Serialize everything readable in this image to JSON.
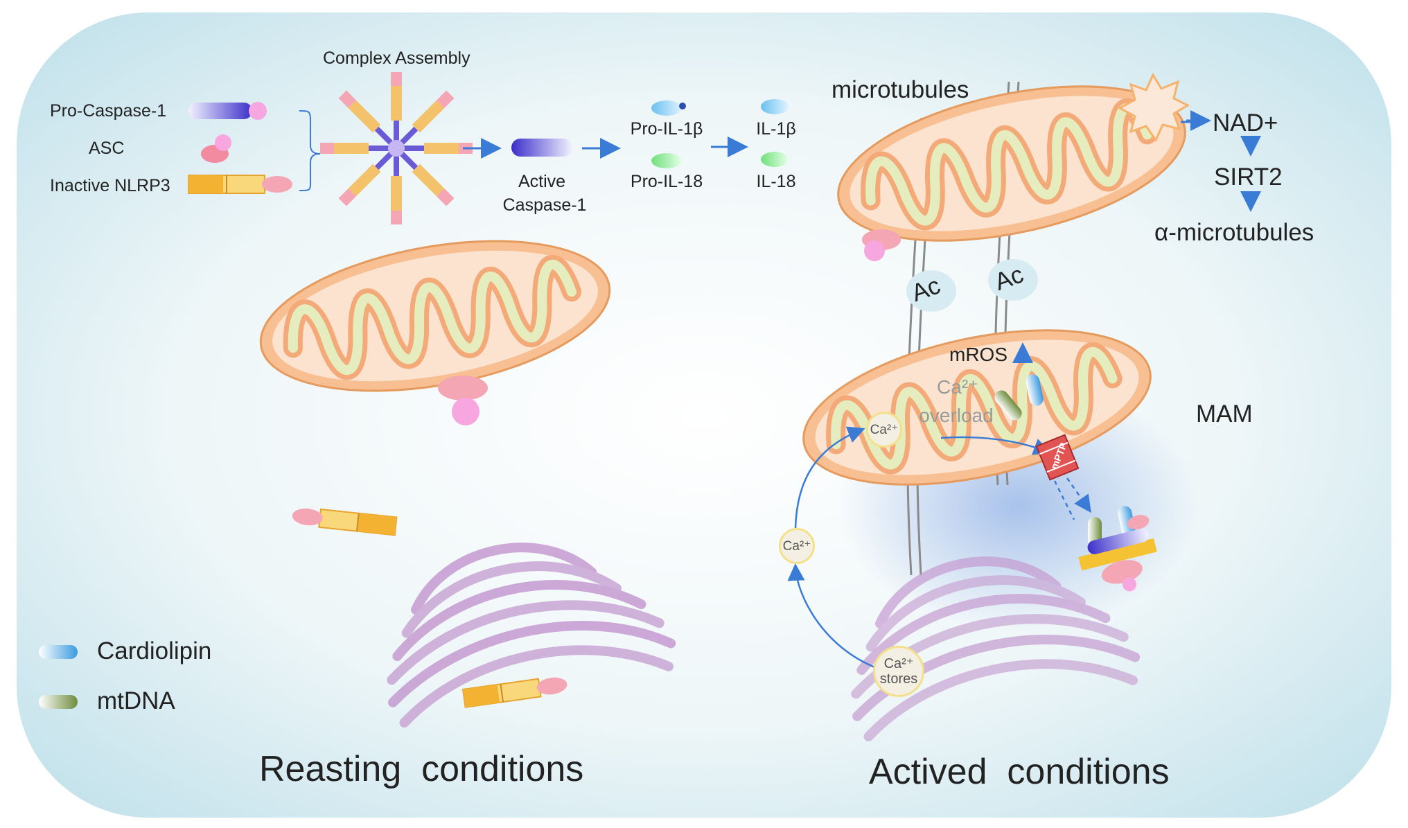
{
  "labels": {
    "complex_assembly": "Complex Assembly",
    "pro_caspase1": "Pro-Caspase-1",
    "asc": "ASC",
    "inactive_nlrp3": "Inactive NLRP3",
    "active_caspase1_line1": "Active",
    "active_caspase1_line2": "Caspase-1",
    "pro_il1b": "Pro-IL-1β",
    "il1b": "IL-1β",
    "pro_il18": "Pro-IL-18",
    "il18": "IL-18",
    "microtubules": "microtubules",
    "nad": "NAD+",
    "sirt2": "SIRT2",
    "alpha_microtubules": "α-microtubules",
    "ac": "Ac",
    "mros": "mROS",
    "ca_overload_line1": "Ca²⁺",
    "ca_overload_line2": "overload",
    "ca_ion": "Ca²⁺",
    "ca_stores_line1": "Ca²⁺",
    "ca_stores_line2": "stores",
    "mptp": "mPTP",
    "mam": "MAM",
    "legend_cardiolipin": "Cardiolipin",
    "legend_mtdna": "mtDNA",
    "resting": "Reasting  conditions",
    "activated": "Actived  conditions"
  },
  "colors": {
    "background_tint": "#cfe6ee",
    "mitochondrion_outer": "#f6b98a",
    "mitochondrion_cristae": "#e7ecc0",
    "er_purple": "#c9a6d4",
    "caspase_blue": "#5a4fd6",
    "asc_pink": "#f4a6b4",
    "nlrp3_orange": "#f4b233",
    "arrow_blue": "#3a7bd5",
    "il_blue": "#8fd0f0",
    "il_green": "#8fe89a",
    "mam_glow": "#9db8e8"
  }
}
